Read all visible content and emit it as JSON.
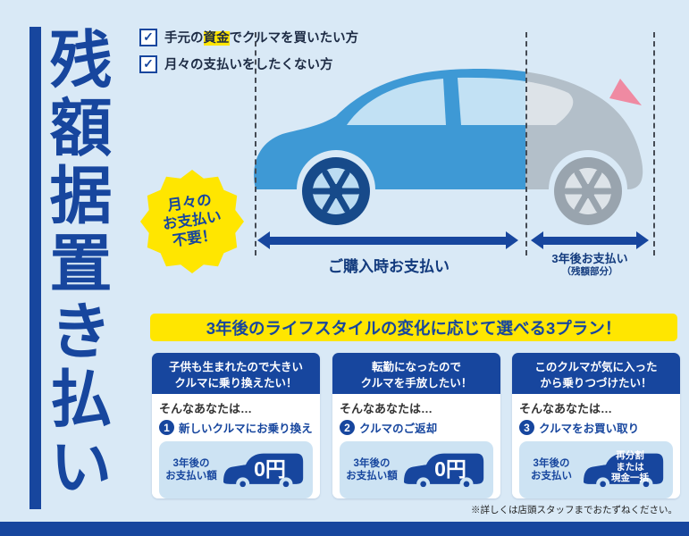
{
  "colors": {
    "background": "#d9e9f6",
    "navy": "#17469e",
    "yellow": "#ffe600",
    "car_blue": "#3e99d5",
    "car_gray": "#b3bfc9"
  },
  "title": "残額据置き払い",
  "checklist": {
    "check_glyph": "✓",
    "item1": {
      "pre": "手元の",
      "highlight": "資金",
      "post": "でクルマを買いたい方"
    },
    "item2": {
      "text": "月々の支払いをしたくない方"
    }
  },
  "burst": {
    "text": "月々の\nお支払い\n不要！"
  },
  "timeline": {
    "purchase_label": "ご購入時お支払い",
    "later_label": "3年後お支払い",
    "later_sub": "（残額部分）"
  },
  "banner": {
    "text": "3年後のライフスタイルの変化に応じて選べる3プラン！"
  },
  "plans": [
    {
      "header": "子供も生まれたので大きい\nクルマに乗り換えたい！",
      "intro": "そんなあなたは…",
      "number": "1",
      "action": "新しいクルマにお乗り換え",
      "pay_label": "3年後の\nお支払い額",
      "pay_value": "0円"
    },
    {
      "header": "転勤になったので\nクルマを手放したい！",
      "intro": "そんなあなたは…",
      "number": "2",
      "action": "クルマのご返却",
      "pay_label": "3年後の\nお支払い額",
      "pay_value": "0円"
    },
    {
      "header": "このクルマが気に入った\nから乗りつづけたい！",
      "intro": "そんなあなたは…",
      "number": "3",
      "action": "クルマをお買い取り",
      "pay_label": "3年後の\nお支払い",
      "pay_value": "再分割\nまたは\n現金一括"
    }
  ],
  "footnote": "※詳しくは店頭スタッフまでおたずねください。"
}
